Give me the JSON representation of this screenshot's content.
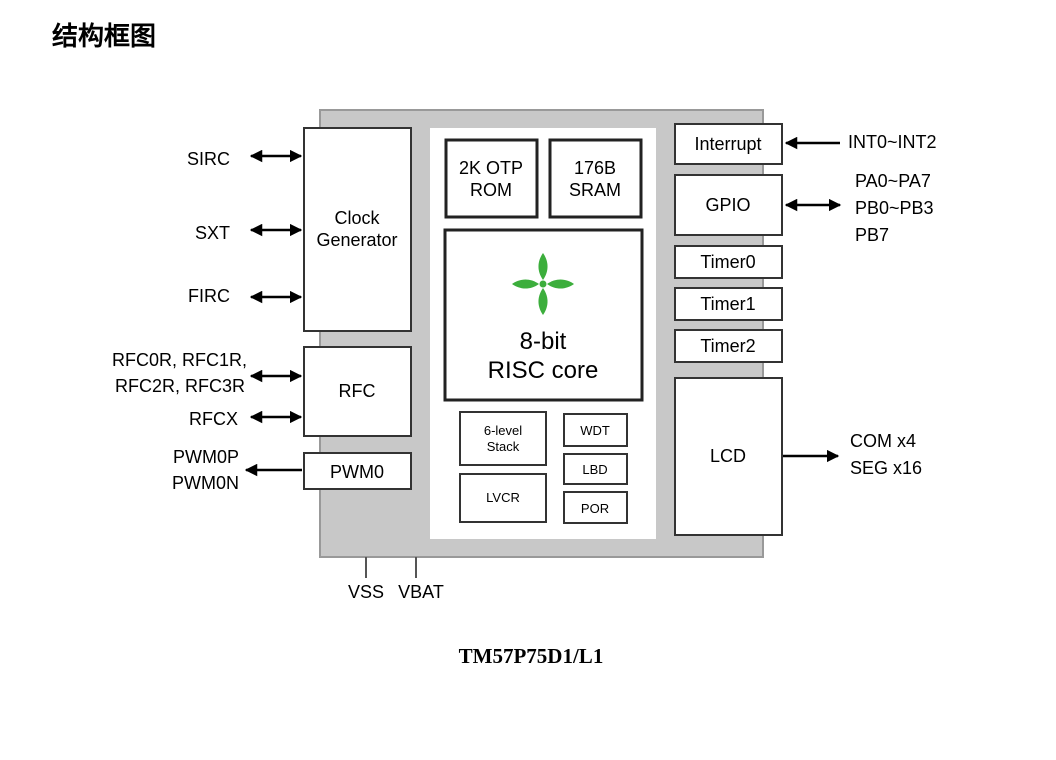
{
  "title": "结构框图",
  "caption": "TM57P75D1/L1",
  "colors": {
    "chip_body": "#c8c8c8",
    "inner_panel": "#ffffff",
    "logo_green": "#3cae3c"
  },
  "blocks": {
    "clock_generator": [
      "Clock",
      "Generator"
    ],
    "rfc": "RFC",
    "pwm0": "PWM0",
    "otp_rom": [
      "2K OTP",
      "ROM"
    ],
    "sram": [
      "176B",
      "SRAM"
    ],
    "core": [
      "8-bit",
      "RISC core"
    ],
    "stack": [
      "6-level",
      "Stack"
    ],
    "lvcr": "LVCR",
    "wdt": "WDT",
    "lbd": "LBD",
    "por": "POR",
    "interrupt": "Interrupt",
    "gpio": "GPIO",
    "timer0": "Timer0",
    "timer1": "Timer1",
    "timer2": "Timer2",
    "lcd": "LCD"
  },
  "signals": {
    "sirc": "SIRC",
    "sxt": "SXT",
    "firc": "FIRC",
    "rfc_r_1": "RFC0R, RFC1R,",
    "rfc_r_2": "RFC2R, RFC3R",
    "rfcx": "RFCX",
    "pwm0p": "PWM0P",
    "pwm0n": "PWM0N",
    "int": "INT0~INT2",
    "gpio_pins": [
      "PA0~PA7",
      "PB0~PB3",
      "PB7"
    ],
    "lcd_out": [
      "COM x4",
      "SEG x16"
    ],
    "vss": "VSS",
    "vbat": "VBAT"
  }
}
